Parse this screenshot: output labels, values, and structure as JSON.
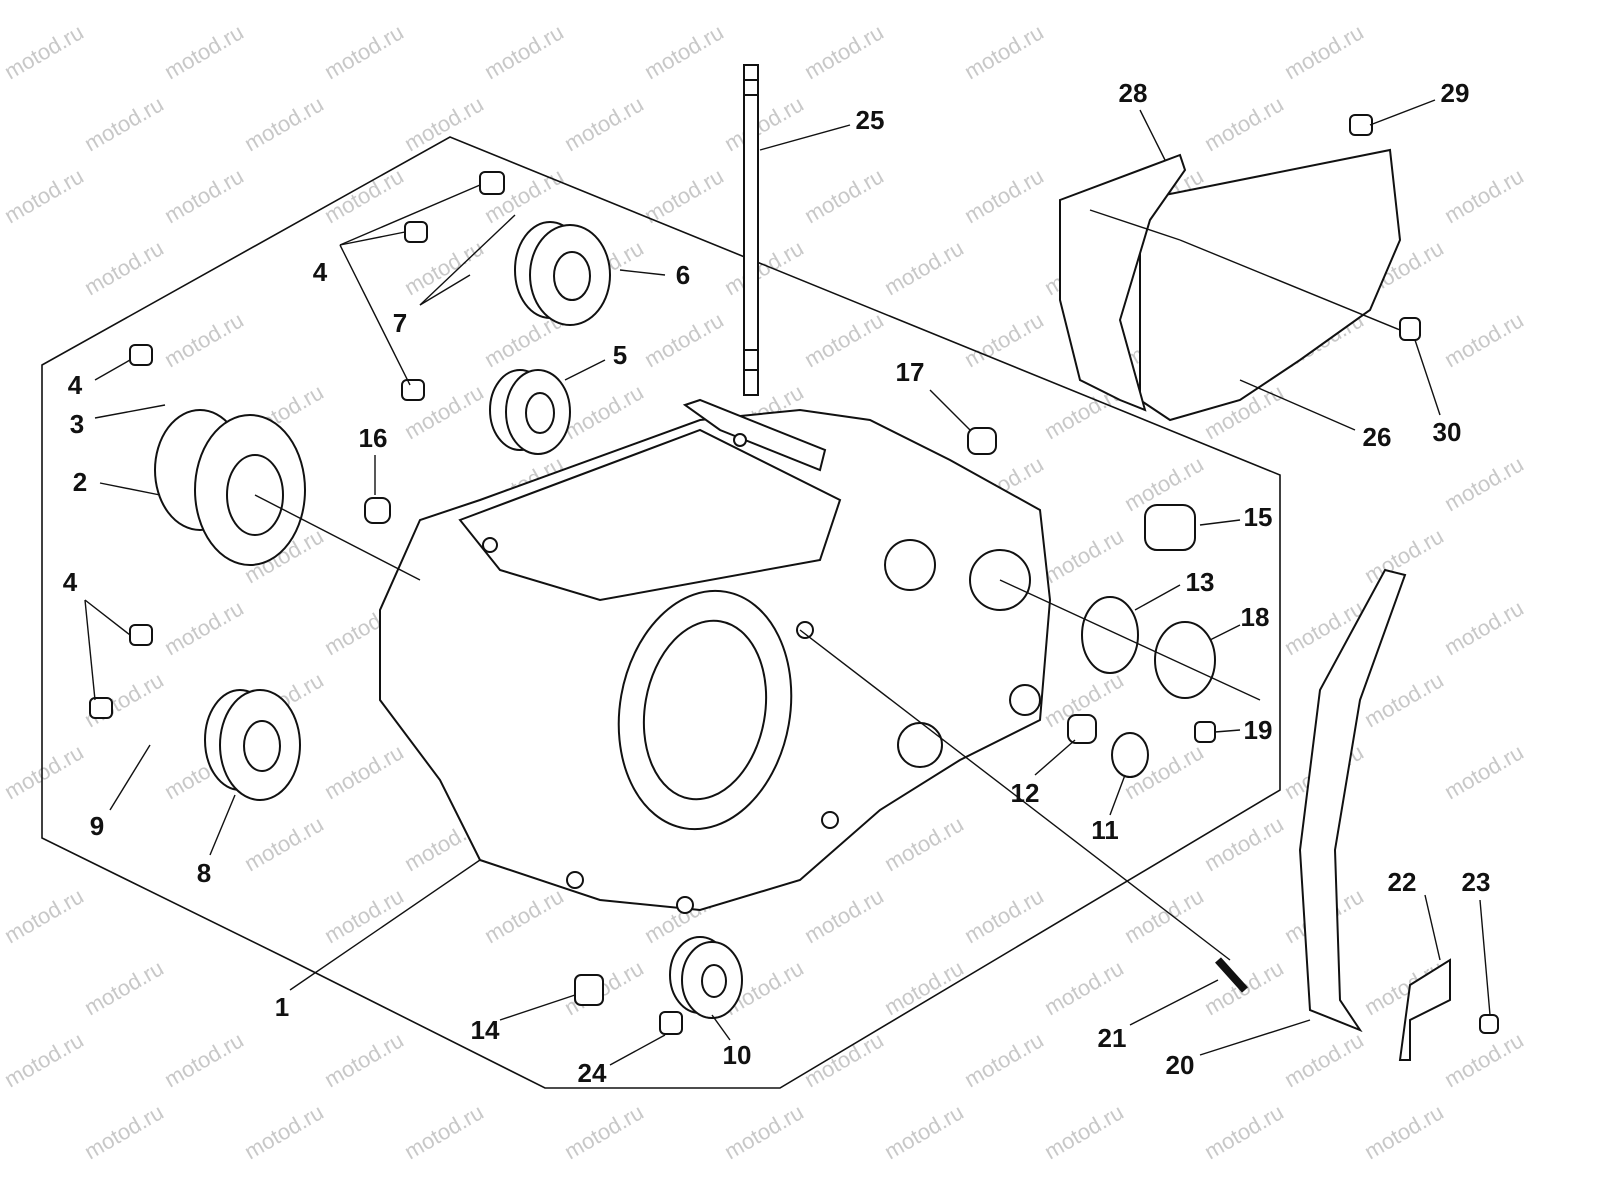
{
  "watermark": "motod.ru",
  "colors": {
    "ink": "#111111",
    "watermark": "#c8c8c8"
  },
  "part_labels": [
    {
      "id": "p25",
      "text": "25"
    },
    {
      "id": "p28",
      "text": "28"
    },
    {
      "id": "p29",
      "text": "29"
    },
    {
      "id": "p6",
      "text": "6"
    },
    {
      "id": "p4a",
      "text": "4"
    },
    {
      "id": "p7",
      "text": "7"
    },
    {
      "id": "p5",
      "text": "5"
    },
    {
      "id": "p17",
      "text": "17"
    },
    {
      "id": "p4b",
      "text": "4"
    },
    {
      "id": "p3",
      "text": "3"
    },
    {
      "id": "p16",
      "text": "16"
    },
    {
      "id": "p26",
      "text": "26"
    },
    {
      "id": "p30",
      "text": "30"
    },
    {
      "id": "p2",
      "text": "2"
    },
    {
      "id": "p15",
      "text": "15"
    },
    {
      "id": "p13",
      "text": "13"
    },
    {
      "id": "p4c",
      "text": "4"
    },
    {
      "id": "p18",
      "text": "18"
    },
    {
      "id": "p19",
      "text": "19"
    },
    {
      "id": "p12",
      "text": "12"
    },
    {
      "id": "p11",
      "text": "11"
    },
    {
      "id": "p9",
      "text": "9"
    },
    {
      "id": "p8",
      "text": "8"
    },
    {
      "id": "p22",
      "text": "22"
    },
    {
      "id": "p23",
      "text": "23"
    },
    {
      "id": "p1",
      "text": "1"
    },
    {
      "id": "p14",
      "text": "14"
    },
    {
      "id": "p21",
      "text": "21"
    },
    {
      "id": "p20",
      "text": "20"
    },
    {
      "id": "p10",
      "text": "10"
    },
    {
      "id": "p24",
      "text": "24"
    }
  ]
}
